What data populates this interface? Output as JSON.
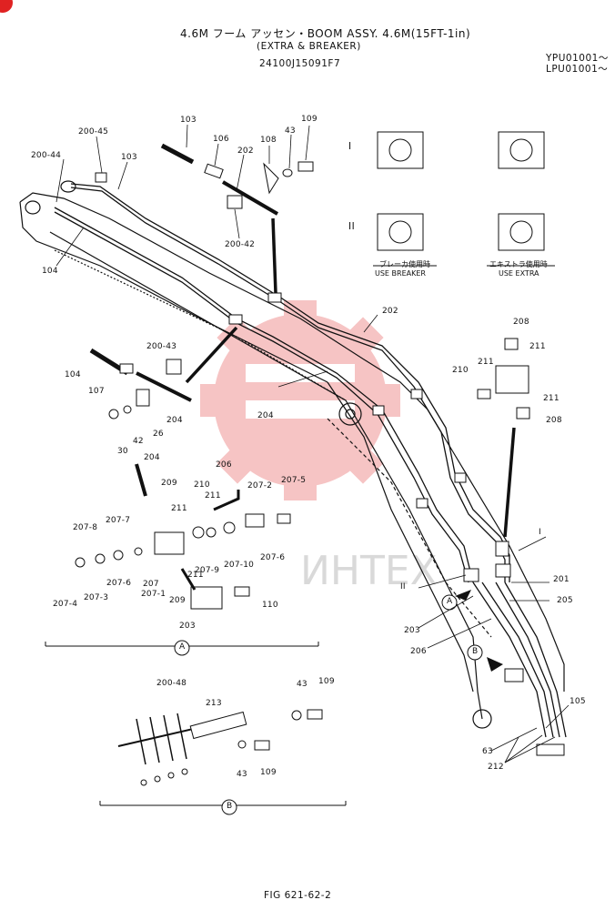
{
  "header": {
    "title": "4.6M フーム アッセン・BOOM ASSY. 4.6M(15FT-1in)",
    "subtitle": "(EXTRA & BREAKER)",
    "part_code": "24100J15091F7",
    "serial_1": "YPU01001〜",
    "serial_2": "LPU01001〜"
  },
  "footer": {
    "figure": "FIG 621-62-2"
  },
  "detail_views": {
    "row_I": "I",
    "row_II": "II",
    "breaker_jp": "ブレーカ使用時",
    "breaker_en": "USE BREAKER",
    "extra_jp": "エキストラ使用時",
    "extra_en": "USE EXTRA"
  },
  "watermark": "ИНТЕХ",
  "sections": {
    "A": "A",
    "B": "B"
  },
  "labels": {
    "l200_45": "200-45",
    "l200_44": "200-44",
    "l103a": "103",
    "l103b": "103",
    "l104a": "104",
    "l106": "106",
    "l202a": "202",
    "l108": "108",
    "l43a": "43",
    "l109a": "109",
    "l200_42": "200-42",
    "l202b": "202",
    "l208a": "208",
    "l211a": "211",
    "l210a": "210",
    "l211b": "211",
    "l211c": "211",
    "l208b": "208",
    "l200_43": "200-43",
    "l104b": "104",
    "l107": "107",
    "l26": "26",
    "l204a": "204",
    "l42": "42",
    "l30": "30",
    "l204b": "204",
    "l204c": "204",
    "l206a": "206",
    "l209a": "209",
    "l210b": "210",
    "l211d": "211",
    "l211e": "211",
    "l207_2": "207-2",
    "l207_5": "207-5",
    "l207_7": "207-7",
    "l207_8": "207-8",
    "l207_6a": "207-6",
    "l207_6b": "207-6",
    "l207_9": "207-9",
    "l207_10": "207-10",
    "l207": "207",
    "l207_1": "207-1",
    "l211f": "211",
    "l209b": "209",
    "l110": "110",
    "l203a": "203",
    "l207_4": "207-4",
    "l207_3": "207-3",
    "lI": "I",
    "lII": "II",
    "l201": "201",
    "l205": "205",
    "l203b": "203",
    "l206b": "206",
    "l200_48": "200-48",
    "l213": "213",
    "l43b": "43",
    "l109b": "109",
    "l43c": "43",
    "l109c": "109",
    "l105": "105",
    "l63": "63",
    "l212": "212"
  }
}
